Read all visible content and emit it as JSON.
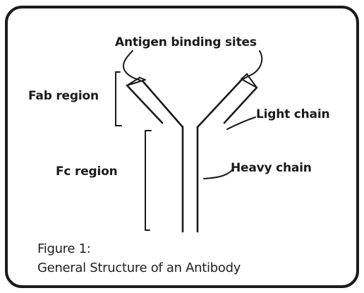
{
  "labels": {
    "antigen_binding_sites": "Antigen binding sites",
    "fab_region": "Fab region",
    "light_chain": "Light chain",
    "heavy_chain": "Heavy chain",
    "fc_region": "Fc region"
  },
  "caption": {
    "figure_number": "Figure 1:",
    "title": "General Structure of an Antibody"
  },
  "colors": {
    "ink": "#1a1a1a",
    "background": "#ffffff"
  }
}
